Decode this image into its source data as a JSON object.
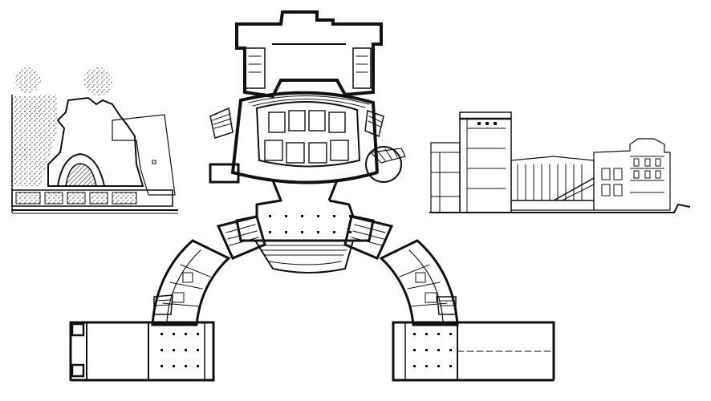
{
  "figure": {
    "panels": [
      {
        "id": "site-plan",
        "kind": "site plan"
      },
      {
        "id": "main-floor-plan",
        "kind": "floor plan"
      },
      {
        "id": "section",
        "kind": "section"
      }
    ],
    "colors": {
      "ink": "#111111",
      "paper": "#ffffff",
      "hatch": "#222222"
    }
  }
}
